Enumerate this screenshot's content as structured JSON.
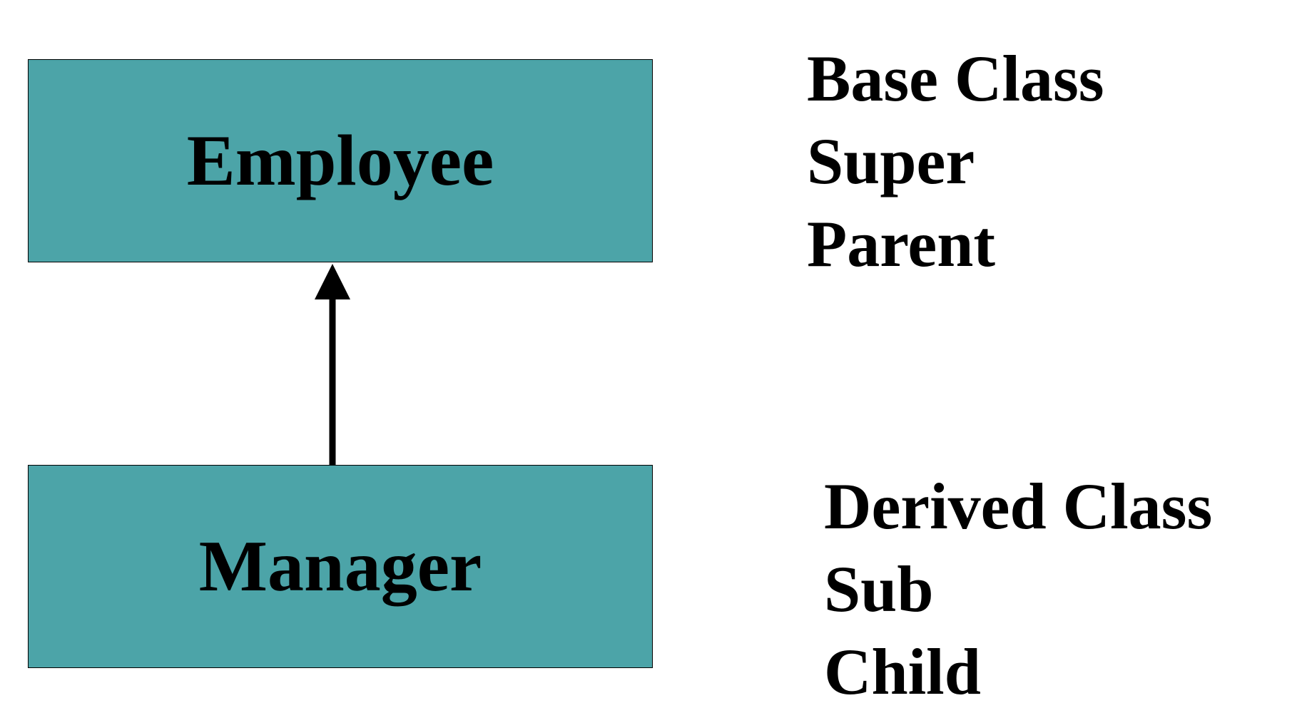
{
  "colors": {
    "box_fill": "#4ca4a8",
    "stroke": "#000000",
    "text": "#000000"
  },
  "classes": {
    "base": {
      "name": "Employee"
    },
    "derived": {
      "name": "Manager"
    }
  },
  "base_terms": [
    "Base Class",
    "Super",
    "Parent"
  ],
  "derived_terms": [
    "Derived Class",
    "Sub",
    "Child"
  ],
  "relation": {
    "type": "inheritance",
    "from": "Manager",
    "to": "Employee"
  }
}
